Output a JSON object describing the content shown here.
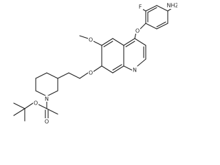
{
  "molecule": {
    "atom_labels": {
      "amino": "NH2",
      "fluoro": "F",
      "aryl_ether_o": "O",
      "methoxy_o": "O",
      "quinoline_n": "N",
      "linker_o": "O",
      "piperidine_n": "N",
      "carbonyl_o": "O",
      "ester_o": "O"
    },
    "colors": {
      "bond": "#222222",
      "background": "#ffffff"
    }
  }
}
